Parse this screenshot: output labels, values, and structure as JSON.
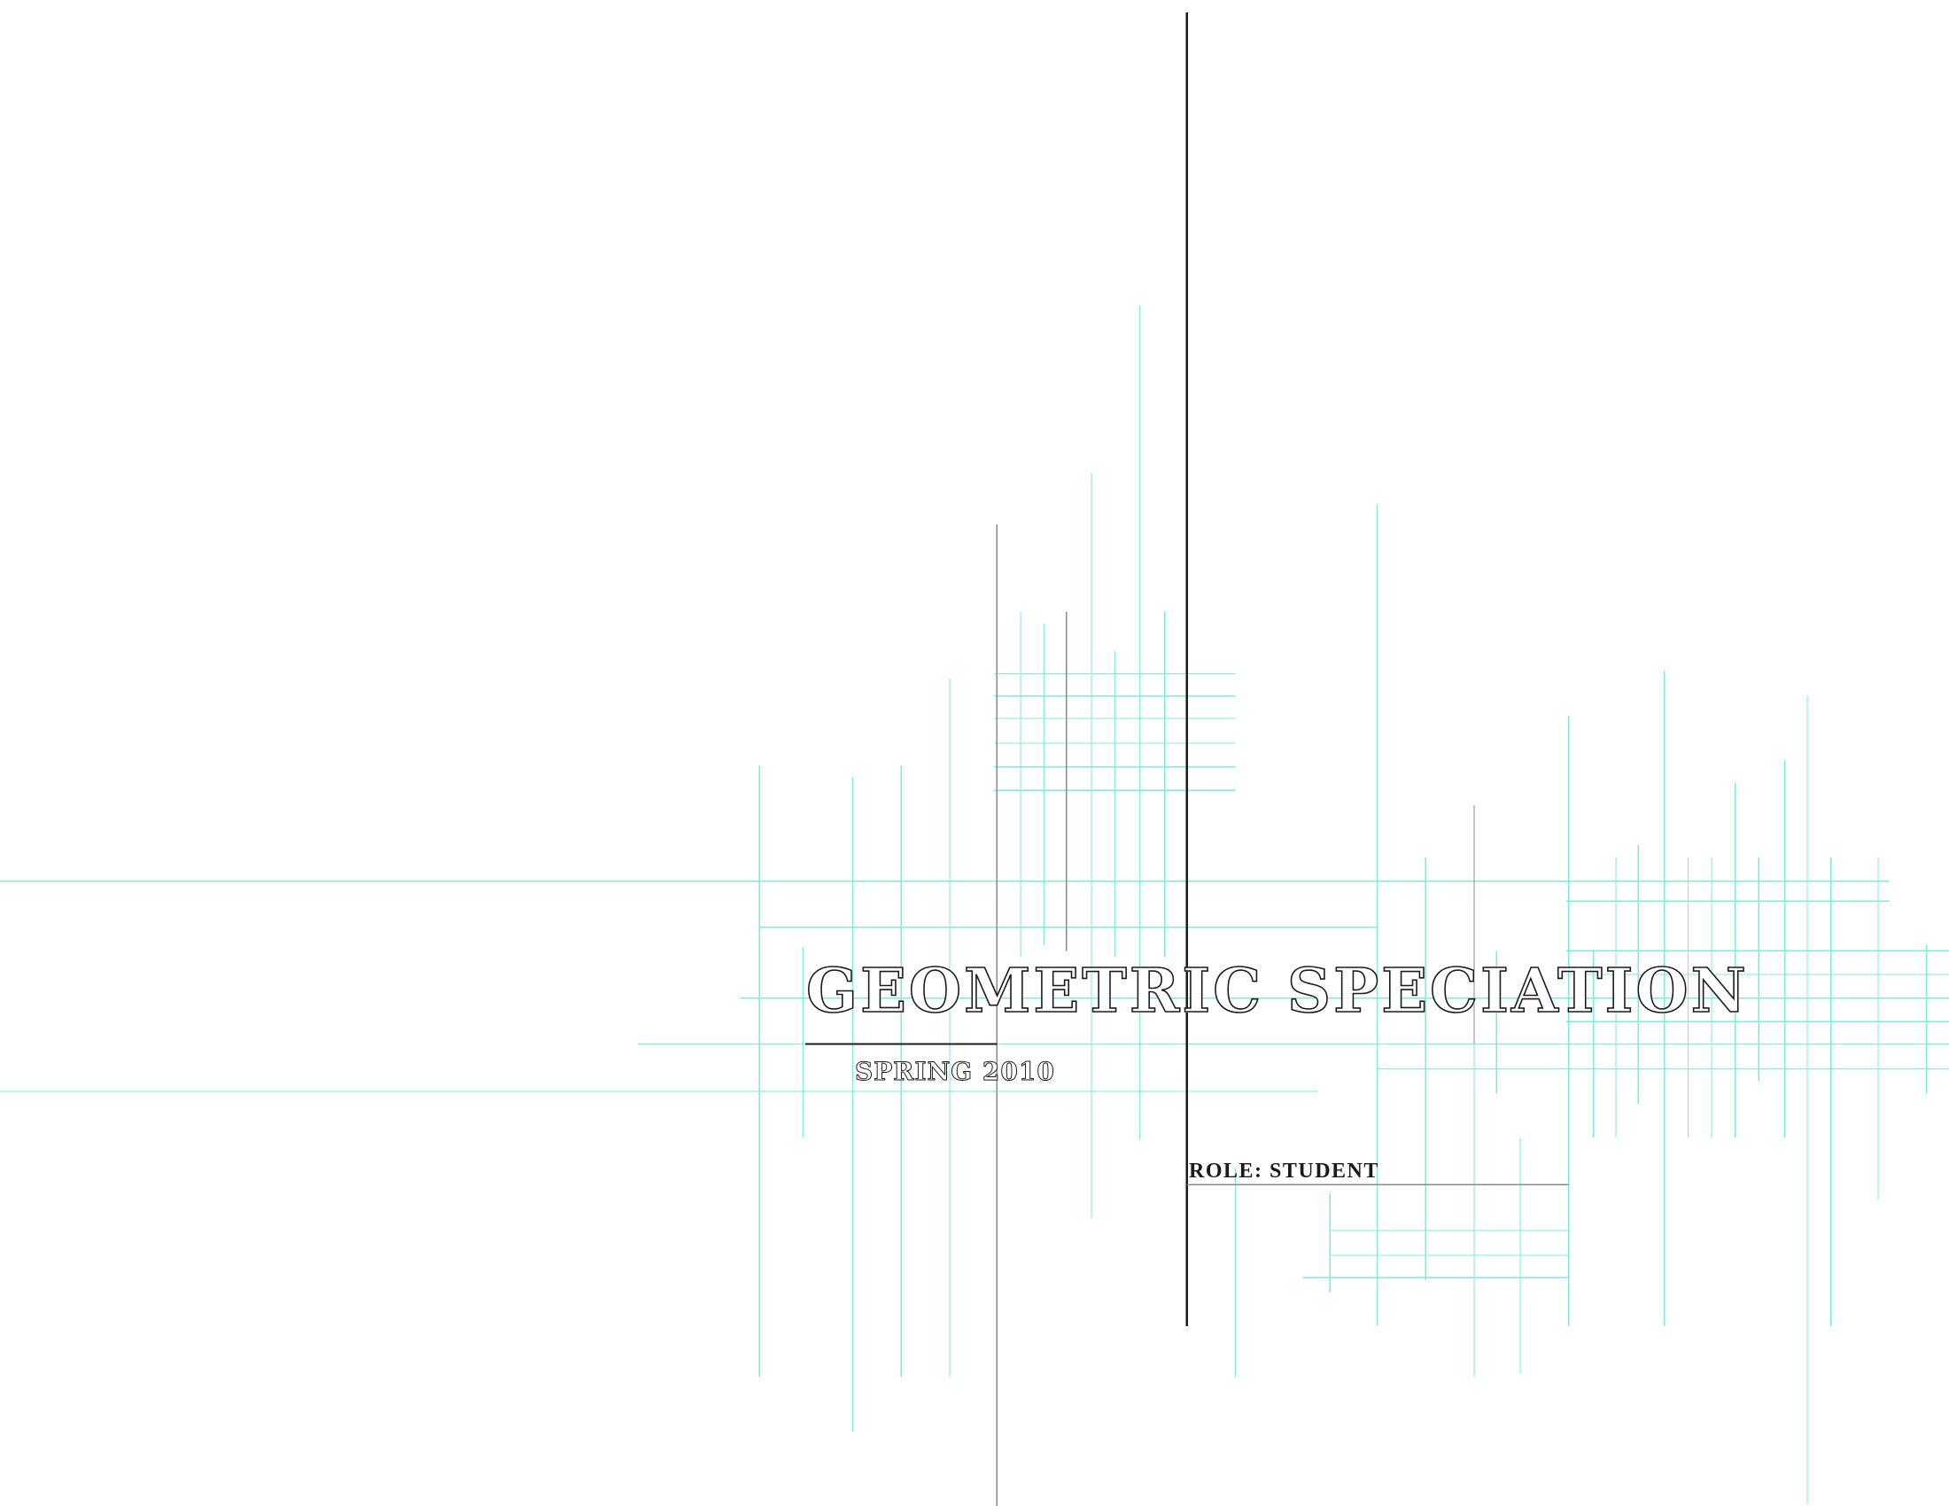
{
  "document": {
    "title": "GEOMETRIC SPECIATION",
    "subtitle": "SPRING 2010",
    "role": "ROLE: STUDENT"
  },
  "colors": {
    "background": "#ffffff",
    "grid_line": "#7eecd6",
    "rule_dark": "#1a1a1a",
    "rule_gray": "#8a8a8a"
  }
}
